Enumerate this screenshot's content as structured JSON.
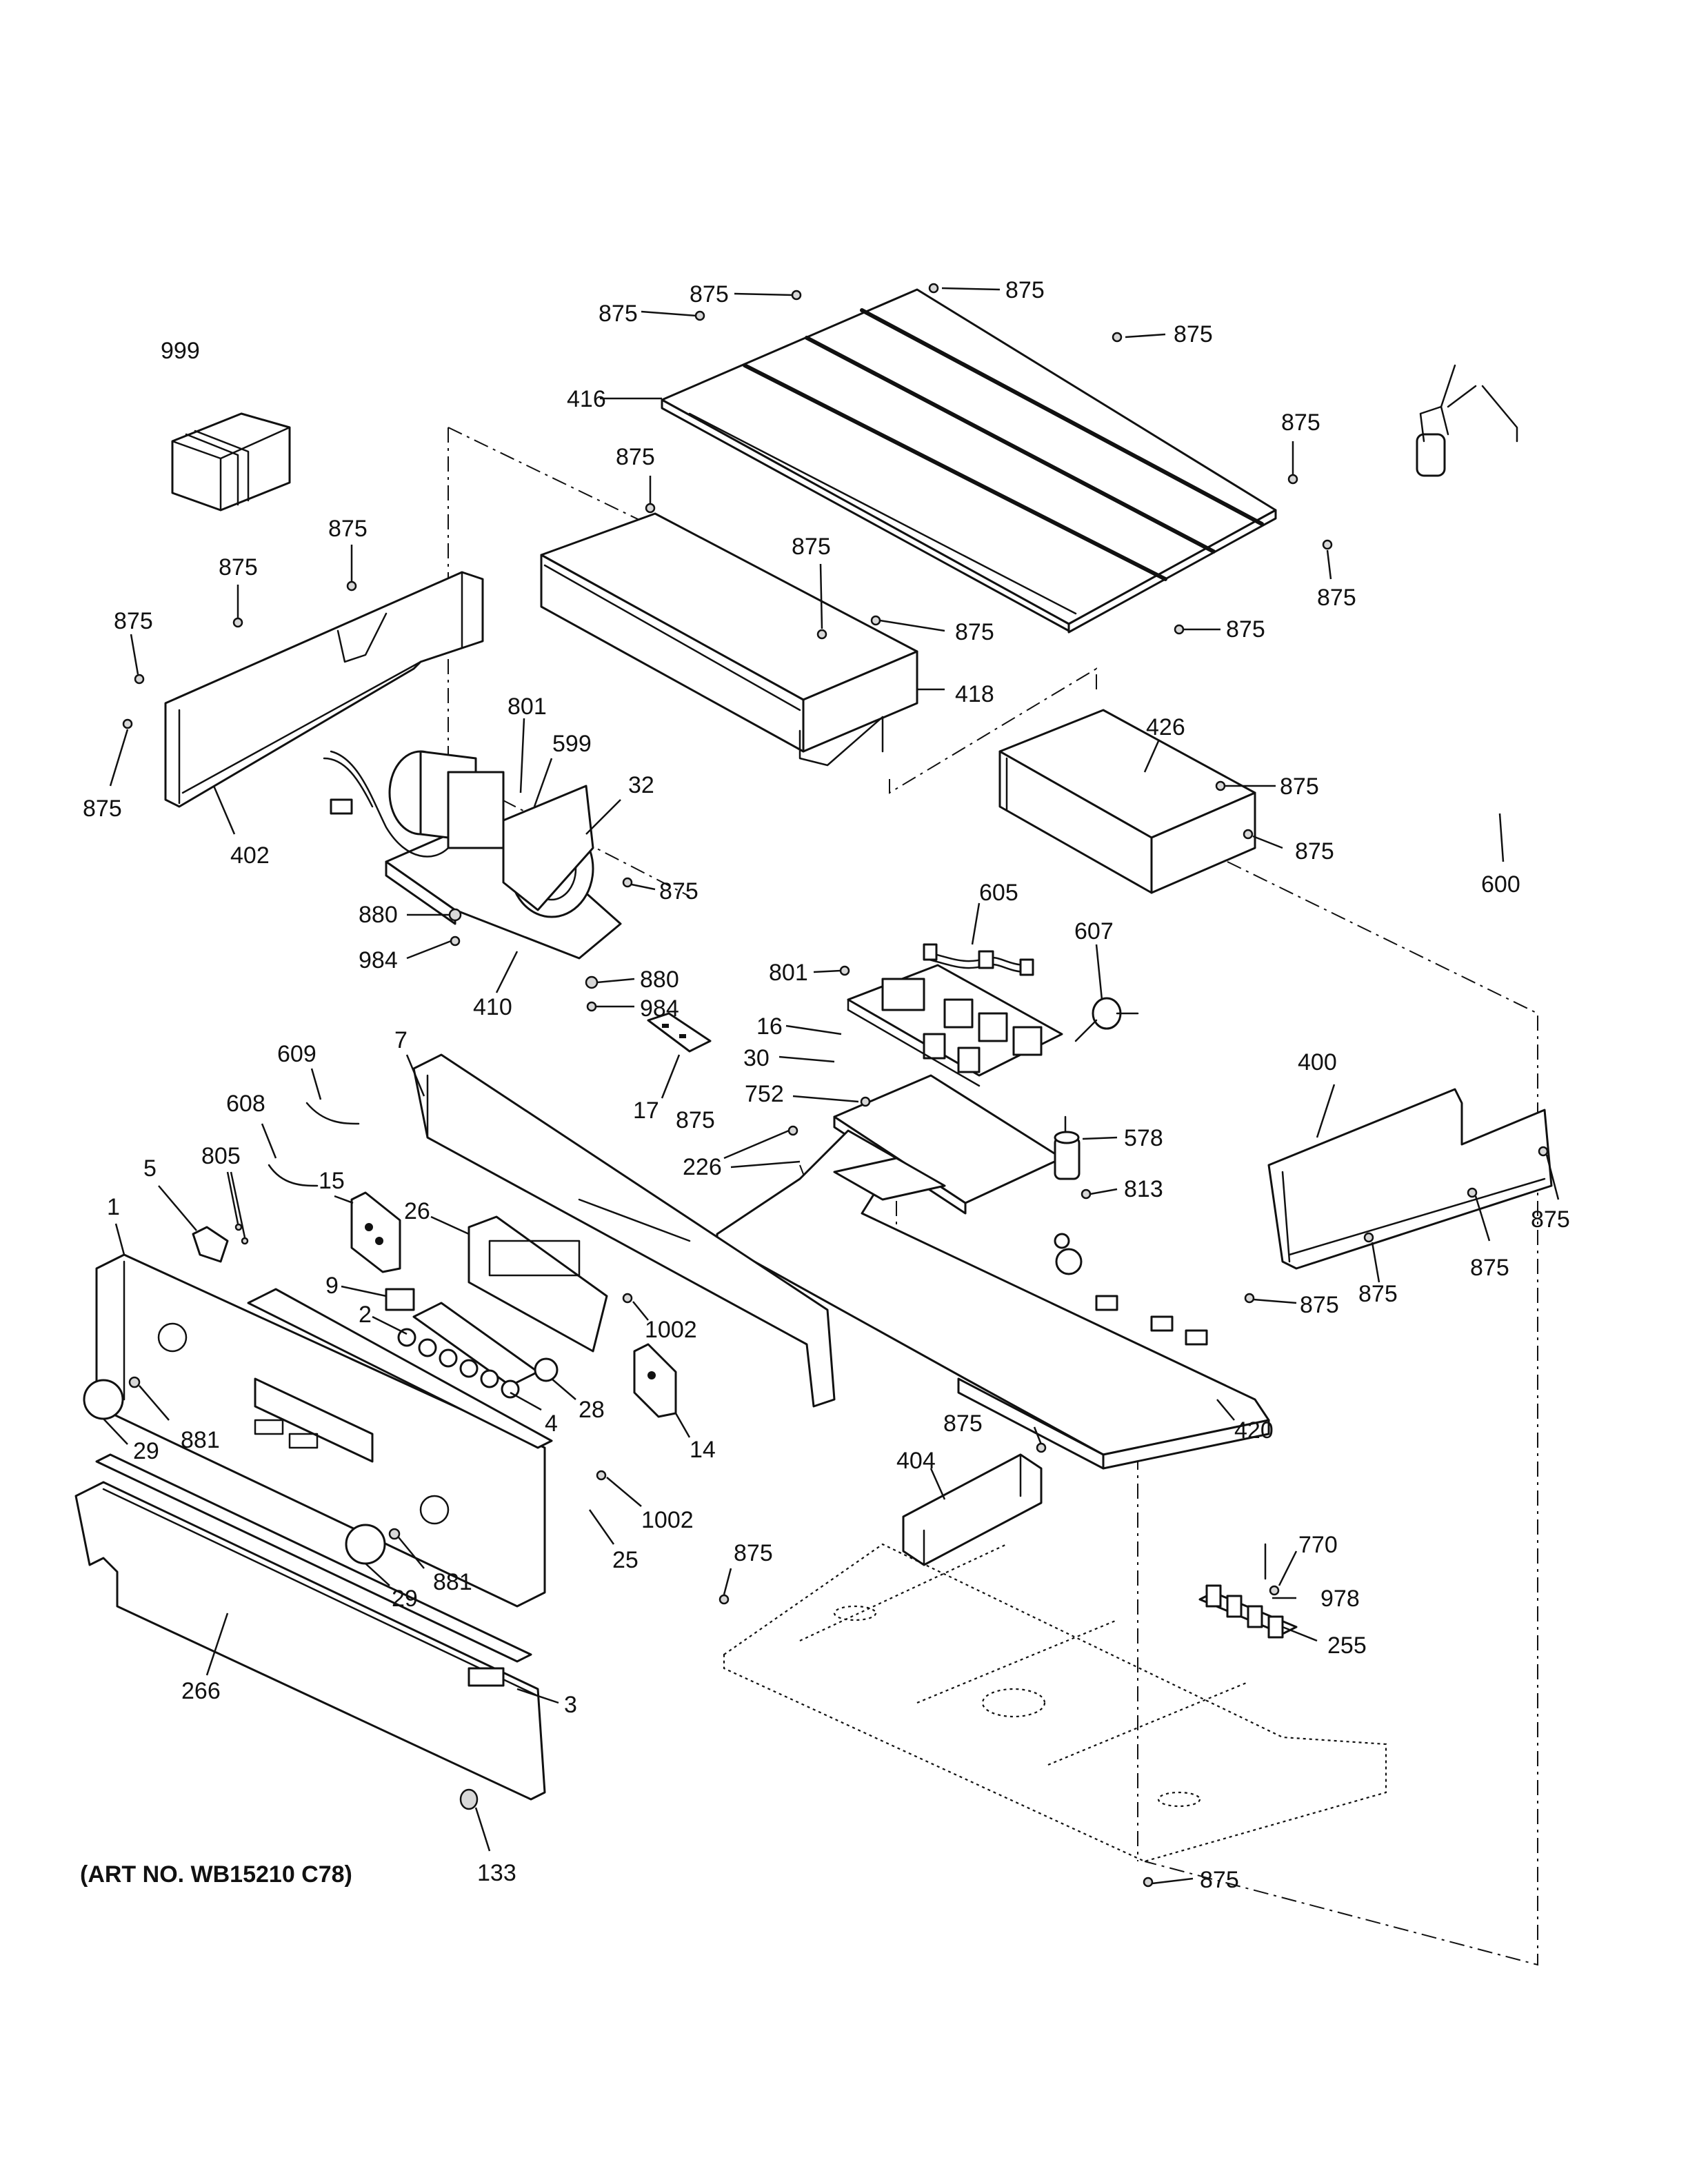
{
  "art_number": "(ART NO. WB15210 C78)",
  "part_numbers": {
    "p999": "999",
    "p416": "416",
    "p418": "418",
    "p402": "402",
    "p426": "426",
    "p600": "600",
    "p801": "801",
    "p599": "599",
    "p32": "32",
    "p880": "880",
    "p984": "984",
    "p410": "410",
    "p605": "605",
    "p607": "607",
    "p16": "16",
    "p30": "30",
    "p17": "17",
    "p752": "752",
    "p226": "226",
    "p578": "578",
    "p813": "813",
    "p400": "400",
    "p608": "608",
    "p609": "609",
    "p7": "7",
    "p5": "5",
    "p805": "805",
    "p15": "15",
    "p26": "26",
    "p1": "1",
    "p9": "9",
    "p2": "2",
    "p1002": "1002",
    "p4": "4",
    "p28": "28",
    "p14": "14",
    "p29": "29",
    "p881": "881",
    "p25": "25",
    "p420": "420",
    "p404": "404",
    "p875": "875",
    "p770": "770",
    "p978": "978",
    "p255": "255",
    "p266": "266",
    "p3": "3",
    "p133": "133"
  }
}
